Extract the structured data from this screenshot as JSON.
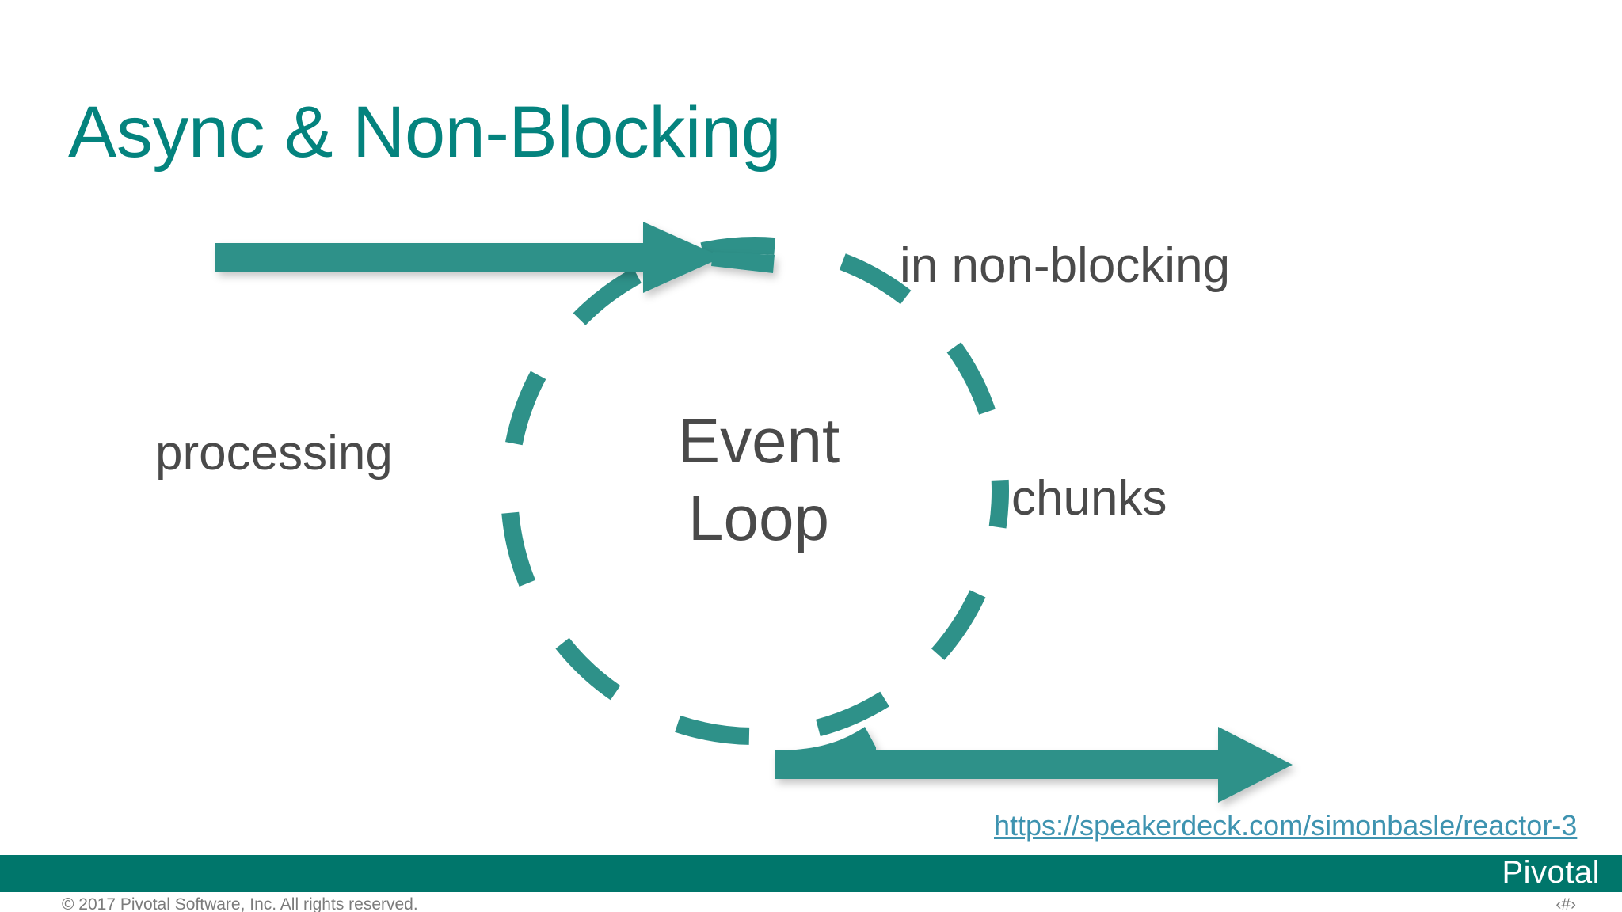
{
  "slide": {
    "title": "Async & Non-Blocking",
    "title_color": "#04837E",
    "background_color": "#ffffff"
  },
  "diagram": {
    "center_label": "Event Loop",
    "labels": {
      "top_right": "in non-blocking",
      "left": "processing",
      "right": "chunks"
    },
    "accent_color": "#2E9189",
    "text_color": "#4A4A4A",
    "arrows": [
      {
        "name": "incoming-arrow",
        "direction": "right",
        "position": "top"
      },
      {
        "name": "outgoing-arrow",
        "direction": "right",
        "position": "bottom"
      }
    ],
    "circle_style": "dashed"
  },
  "source": {
    "link_text": "https://speakerdeck.com/simonbasle/reactor-3",
    "link_color": "#3E93B0"
  },
  "footer": {
    "bar_color": "#00766B",
    "brand": "Pivotal",
    "copyright": "© 2017 Pivotal Software, Inc. All rights reserved.",
    "slide_number": "‹#›"
  }
}
